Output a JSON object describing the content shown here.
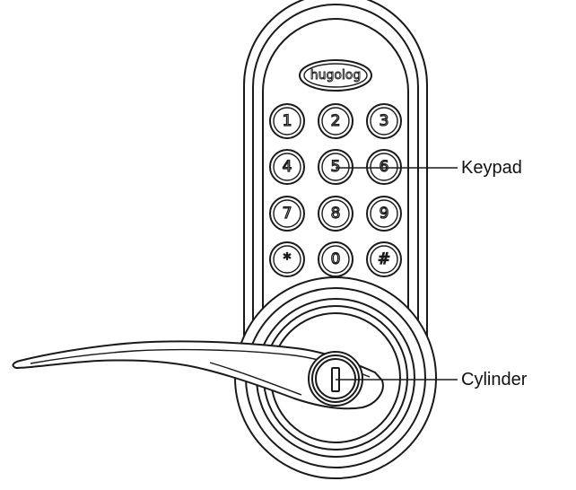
{
  "brand_logo": "hugolog",
  "keypad": {
    "keys": [
      "1",
      "2",
      "3",
      "4",
      "5",
      "6",
      "7",
      "8",
      "9",
      "*",
      "0",
      "#"
    ]
  },
  "callouts": {
    "keypad_label": "Keypad",
    "cylinder_label": "Cylinder"
  }
}
